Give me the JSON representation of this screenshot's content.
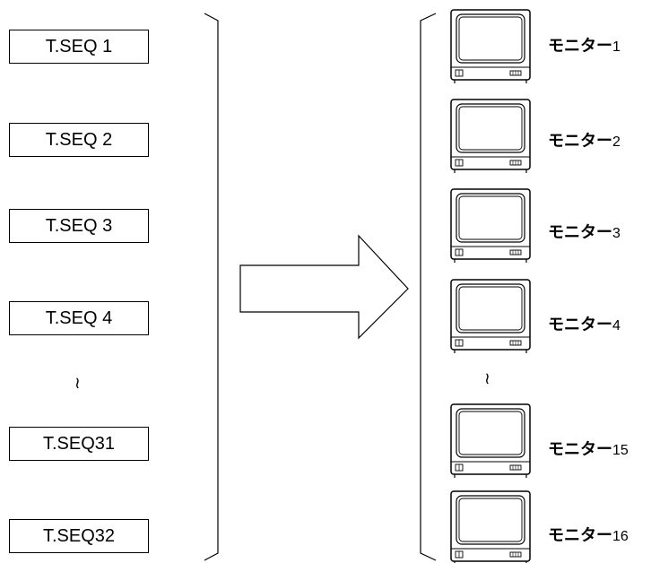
{
  "sequences": [
    "T.SEQ 1",
    "T.SEQ 2",
    "T.SEQ 3",
    "T.SEQ 4",
    "T.SEQ31",
    "T.SEQ32"
  ],
  "monitors": [
    {
      "label": "モニター",
      "number": "1"
    },
    {
      "label": "モニター",
      "number": "2"
    },
    {
      "label": "モニター",
      "number": "3"
    },
    {
      "label": "モニター",
      "number": "4"
    },
    {
      "label": "モニター",
      "number": "15"
    },
    {
      "label": "モニター",
      "number": "16"
    }
  ],
  "ellipsis_mark": "≀"
}
